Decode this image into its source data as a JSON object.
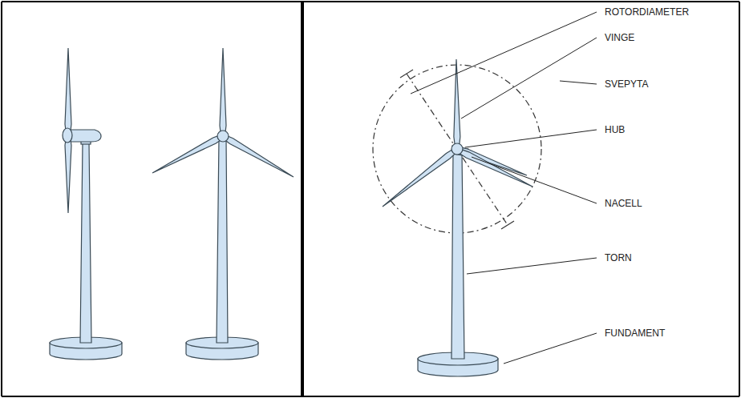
{
  "diagram": {
    "labels": [
      "ROTORDIAMETER",
      "VINGE",
      "SVEPYTA",
      "HUB",
      "NACELL",
      "TORN",
      "FUNDAMENT"
    ]
  }
}
